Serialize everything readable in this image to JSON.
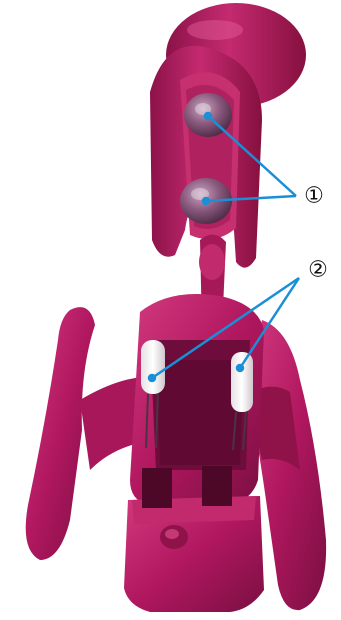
{
  "colors": {
    "device_body": "#b0175f",
    "device_dark": "#7a0f42",
    "device_highlight": "#e25a95",
    "leader_line": "#1a8fd6",
    "marker_ring": "#111111"
  },
  "callouts": [
    {
      "id": "1",
      "label": "①"
    },
    {
      "id": "2",
      "label": "②"
    }
  ]
}
